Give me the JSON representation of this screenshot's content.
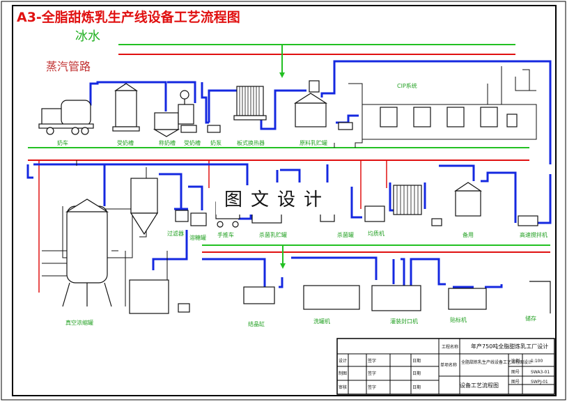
{
  "title": "A3-全脂甜炼乳生产线设备工艺流程图",
  "legend": {
    "water": "冰水",
    "steam": "蒸汽管路"
  },
  "watermark": "图文设计",
  "cip_label": "CIP系统",
  "equipment_top": [
    {
      "id": "milk-truck",
      "label": "奶车"
    },
    {
      "id": "milk-receiving-tank",
      "label": "受奶槽"
    },
    {
      "id": "weighing-tank",
      "label": "称奶槽"
    },
    {
      "id": "receiving-tank-2",
      "label": "受奶槽"
    },
    {
      "id": "milk-pump",
      "label": "奶泵"
    },
    {
      "id": "plate-heat-exchanger",
      "label": "板式换热器"
    },
    {
      "id": "raw-milk-storage-tank",
      "label": "原料乳贮罐"
    }
  ],
  "equipment_middle": [
    {
      "id": "filter",
      "label": "过滤器"
    },
    {
      "id": "sugar-dissolving-tank",
      "label": "溶糖罐"
    },
    {
      "id": "cart",
      "label": "手推车"
    },
    {
      "id": "standardized-milk-tank",
      "label": "杀菌乳贮罐"
    },
    {
      "id": "sterilizing-tank",
      "label": "杀菌罐"
    },
    {
      "id": "homogenizer",
      "label": "均质机"
    },
    {
      "id": "standby",
      "label": "备用"
    },
    {
      "id": "mixing-tank",
      "label": "高速搅拌机"
    }
  ],
  "equipment_bottom": [
    {
      "id": "vacuum-evaporator",
      "label": "真空浓缩罐"
    },
    {
      "id": "crystallizing-tank",
      "label": "结晶缸"
    },
    {
      "id": "can-washer",
      "label": "洗罐机"
    },
    {
      "id": "filling-sealer",
      "label": "灌装封口机"
    },
    {
      "id": "labeling-machine",
      "label": "贴标机"
    },
    {
      "id": "warehouse",
      "label": "储存"
    }
  ],
  "title_block": {
    "project_label": "工程名称",
    "project_name": "年产750吨全脂甜炼乳工厂设计",
    "drawing_label": "单项名称",
    "drawing_name": "全脂甜炼乳生产线设备工艺流程图设计",
    "scale_label": "比例",
    "scale_value": "1:100",
    "sheet_label": "图号",
    "sheet_value": "SWA3-01",
    "no_label": "图号",
    "no_value": "SWPJ-01",
    "drawing_title": "设备工艺流程图",
    "rows": [
      {
        "role": "设计",
        "sign": "签字",
        "date": "日期"
      },
      {
        "role": "制图",
        "sign": "签字",
        "date": "日期"
      },
      {
        "role": "审核",
        "sign": "签字",
        "date": "日期"
      }
    ]
  },
  "colors": {
    "pipe": "#1428e0",
    "steam": "#e01010",
    "water": "#22c022",
    "equipment": "#111111",
    "label": "#22a022"
  }
}
